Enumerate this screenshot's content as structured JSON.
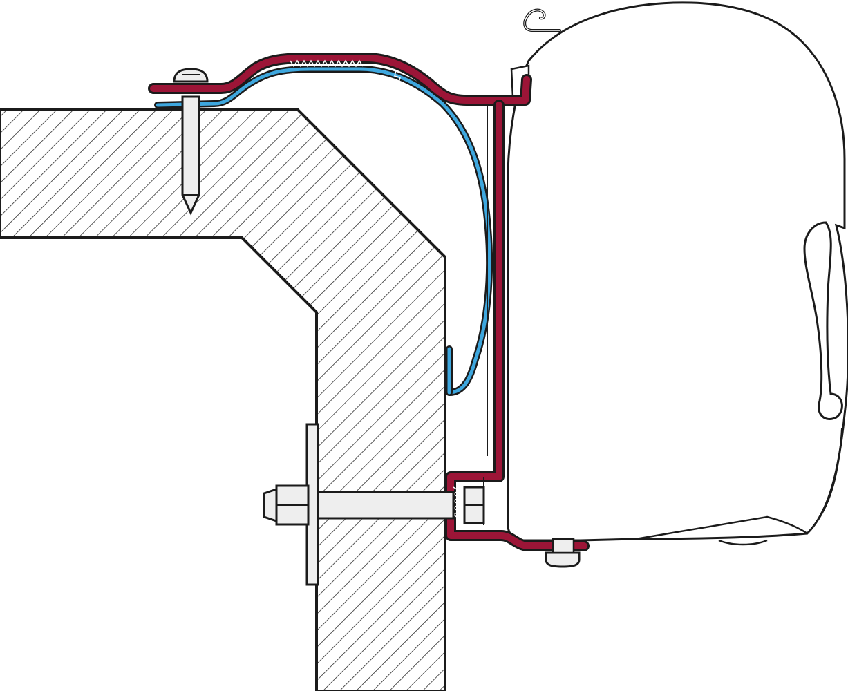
{
  "diagram": {
    "kind": "technical cross-section",
    "parts": [
      "wall-section",
      "awning-housing",
      "adapter-bracket",
      "rain-strip",
      "top-wood-screw",
      "through-bolt",
      "bolt-nut",
      "washer-plate",
      "housing-lower-screw",
      "housing-hook"
    ],
    "colors": {
      "outline": "#1b1b1b",
      "bracket": "#9c1537",
      "rain_strip": "#3ea7de",
      "metal": "#eeeeee",
      "hatch": "#2a2a2a",
      "background": "#ffffff"
    }
  }
}
